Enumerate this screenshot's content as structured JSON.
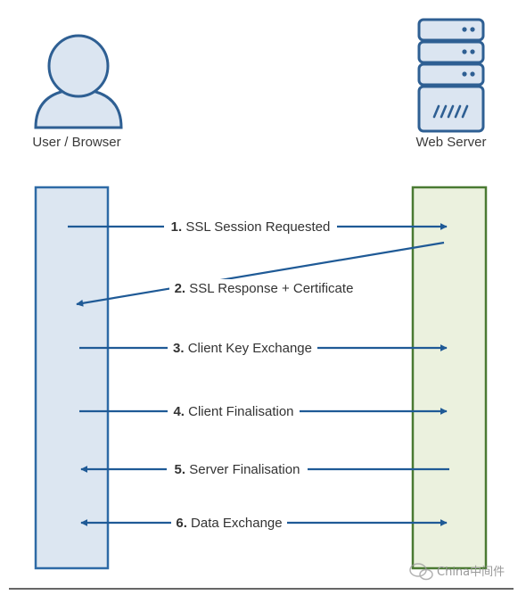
{
  "actors": {
    "client": {
      "label": "User / Browser",
      "icon": "user-icon"
    },
    "server": {
      "label": "Web Server",
      "icon": "server-icon"
    }
  },
  "steps": [
    {
      "num": "1.",
      "text": "SSL Session Requested",
      "direction": "to-server"
    },
    {
      "num": "2.",
      "text": "SSL Response + Certificate",
      "direction": "to-client"
    },
    {
      "num": "3.",
      "text": "Client Key Exchange",
      "direction": "to-server"
    },
    {
      "num": "4.",
      "text": "Client Finalisation",
      "direction": "to-server"
    },
    {
      "num": "5.",
      "text": "Server Finalisation",
      "direction": "to-client"
    },
    {
      "num": "6.",
      "text": "Data Exchange",
      "direction": "both"
    }
  ],
  "watermark": {
    "text": "China中间件",
    "icon": "wechat-icon"
  },
  "colors": {
    "arrow": "#1f5a96",
    "client_fill": "#dce6f1",
    "client_stroke": "#2e6aa6",
    "server_fill": "#ebf1de",
    "server_stroke": "#4a7a32",
    "icon_fill": "#dbe5f1",
    "icon_stroke": "#2e5f93"
  }
}
